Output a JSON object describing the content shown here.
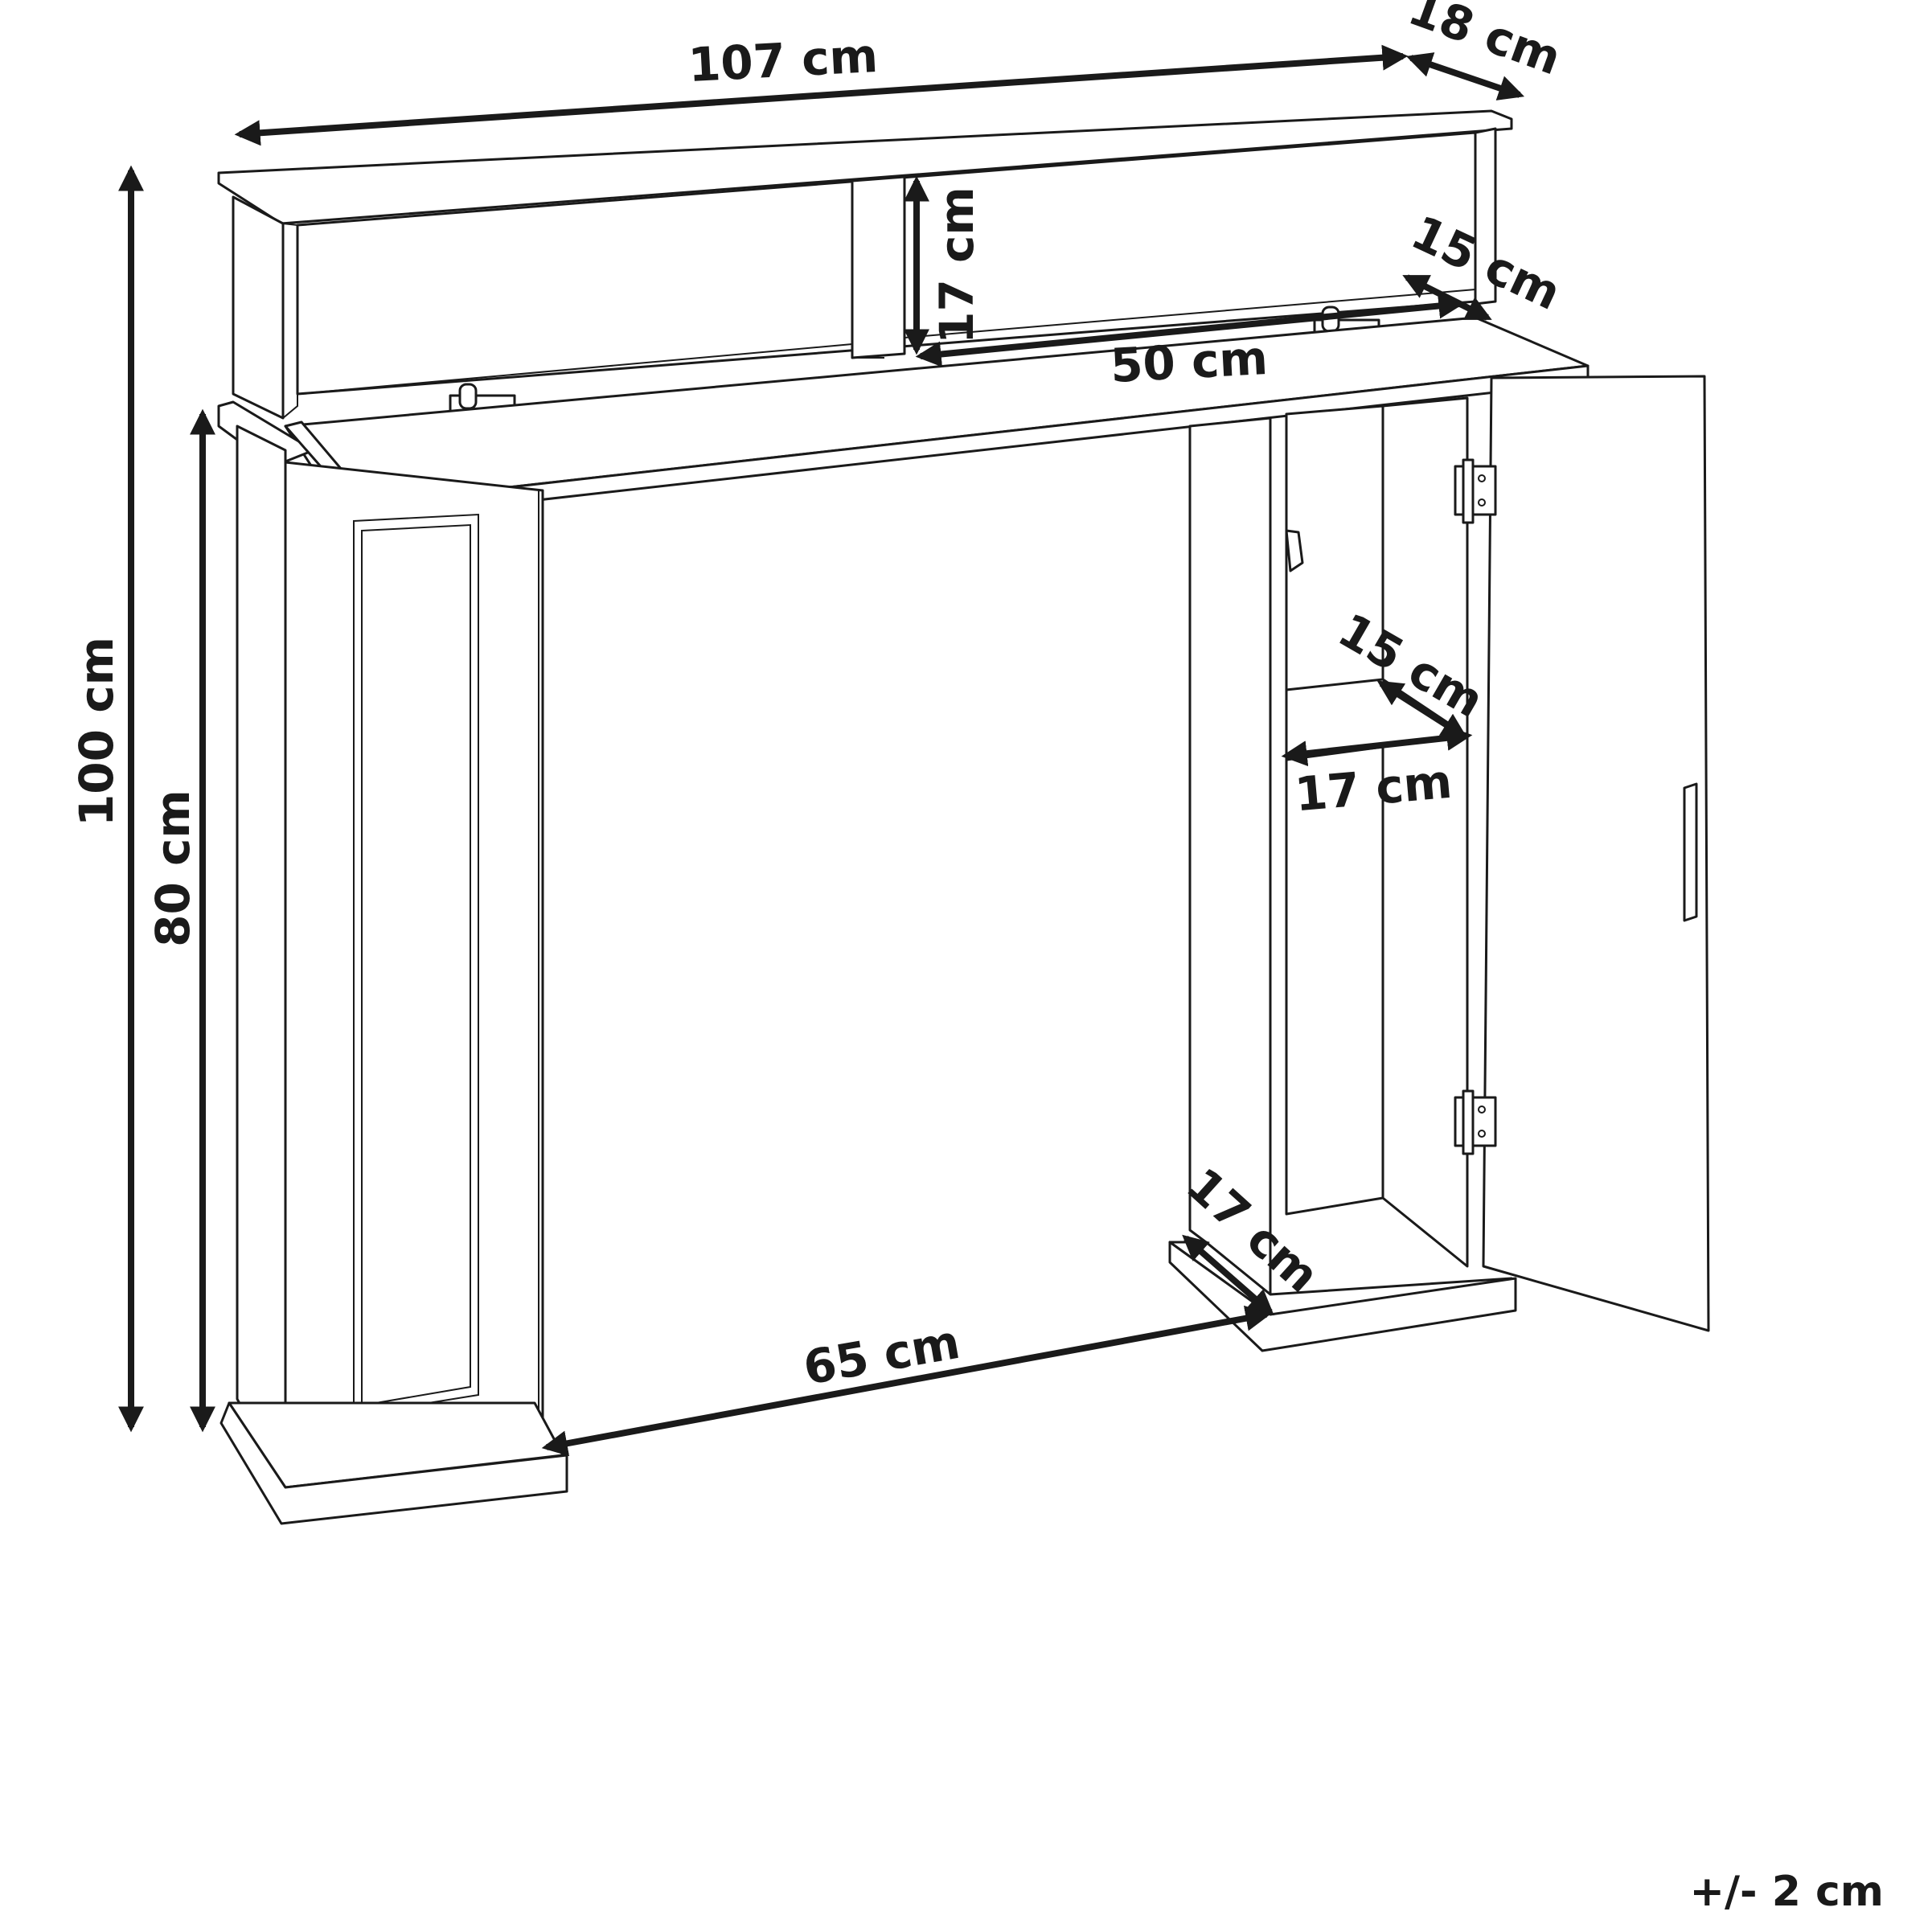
{
  "dimensions": {
    "width_top": "107 cm",
    "depth_top": "18 cm",
    "height_total": "100 cm",
    "height_base": "80 cm",
    "shelf_height": "17 cm",
    "shelf_width": "50 cm",
    "shelf_depth": "15 cm",
    "inner_shelf_depth": "15 cm",
    "inner_shelf_width": "17 cm",
    "leg_depth": "17 cm",
    "opening_width": "65 cm"
  },
  "tolerance": "+/- 2 cm",
  "colors": {
    "line": "#1a1a1a",
    "background": "#ffffff"
  }
}
